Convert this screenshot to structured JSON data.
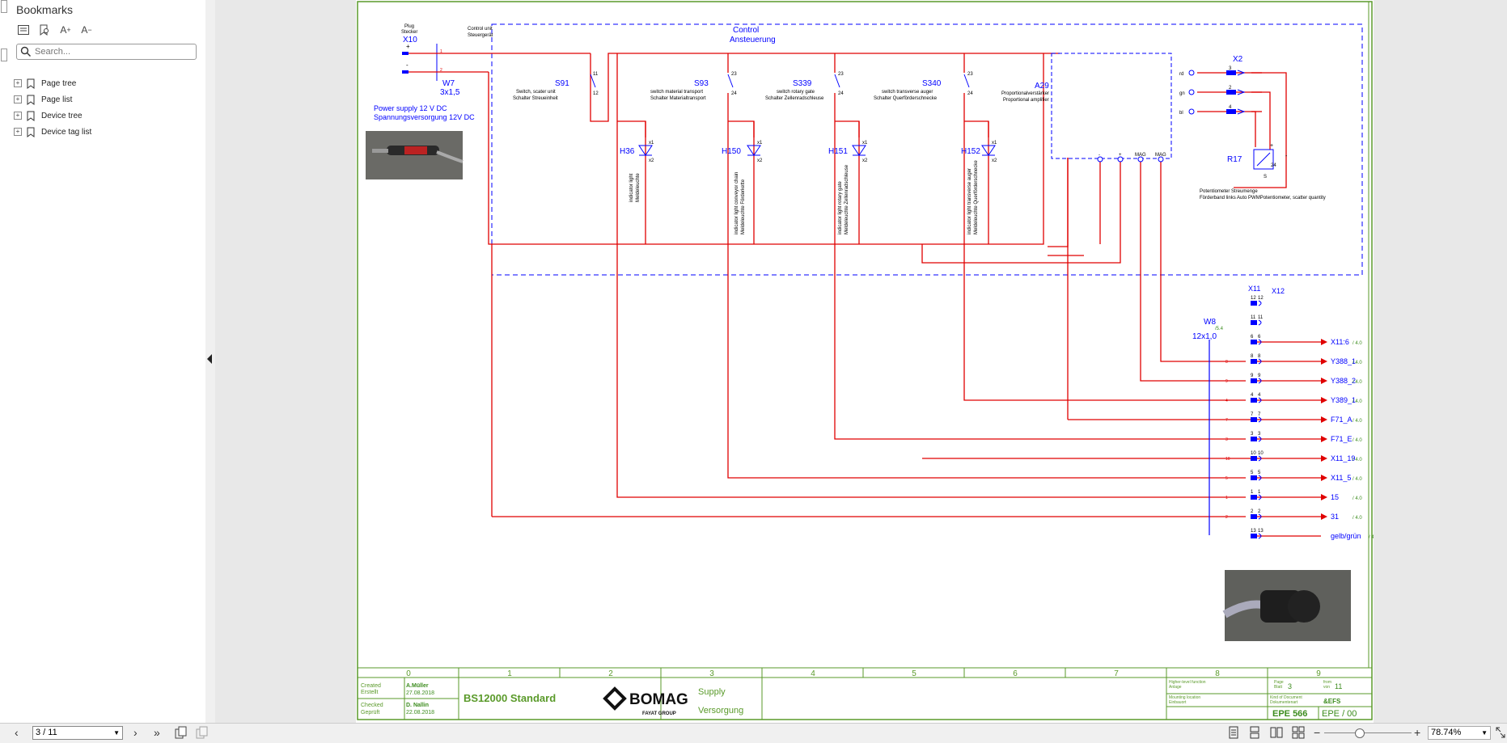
{
  "sidebar": {
    "title": "Bookmarks",
    "search_placeholder": "Search...",
    "items": [
      {
        "label": "Page tree"
      },
      {
        "label": "Page list"
      },
      {
        "label": "Device tree"
      },
      {
        "label": "Device tag list"
      }
    ]
  },
  "statusbar": {
    "page_indicator": "3 / 11",
    "zoom": "78.74%"
  },
  "drawing": {
    "plug": {
      "title1": "Plug",
      "title2": "Stecker",
      "tag": "X10",
      "plus": "+",
      "minus": "-"
    },
    "control_unit_label1": "Control unit",
    "control_unit_label2": "Steuergerät",
    "control_title1": "Control",
    "control_title2": "Ansteuerung",
    "cable_w7": "W7",
    "cable_w7_spec": "3x1,5",
    "power1": "Power supply 12 V DC",
    "power2": "Spannungsversorgung 12V DC",
    "switches": [
      {
        "tag": "S91",
        "desc1": "Switch, scater unit",
        "desc2": "Schalter Streueinheit",
        "t1": "11",
        "t2": "12"
      },
      {
        "tag": "S93",
        "desc1": "switch material transport",
        "desc2": "Schalter Materialtransport",
        "t1": "23",
        "t2": "24"
      },
      {
        "tag": "S339",
        "desc1": "switch rotary gate",
        "desc2": "Schalter Zellenradschleuse",
        "t1": "23",
        "t2": "24"
      },
      {
        "tag": "S340",
        "desc1": "switch transverse auger",
        "desc2": "Schalter Querförderschnecke",
        "t1": "23",
        "t2": "24"
      }
    ],
    "lamps": [
      {
        "tag": "H36",
        "desc1": "indicator light",
        "desc2": "Meldeleuchte"
      },
      {
        "tag": "H150",
        "desc1": "indicator light conveyor chain",
        "desc2": "Meldeleuchte Förderkette"
      },
      {
        "tag": "H151",
        "desc1": "indicator light rotary gate",
        "desc2": "Meldeleuchte Zellenradschleuse"
      },
      {
        "tag": "H152",
        "desc1": "indicator light transverse auger",
        "desc2": "Meldeleuchte Querförderschnecke"
      }
    ],
    "lamp_x1": "x1",
    "lamp_x2": "x2",
    "amp_tag": "A29",
    "amp_desc1": "Proportionalverstärker",
    "amp_desc2": "Proportional amplifier",
    "amp_pins": [
      "-",
      "+",
      "MAG",
      "MAG"
    ],
    "x2_tag": "X2",
    "x2_pins": [
      {
        "wire": "rd",
        "pin": "3"
      },
      {
        "wire": "gn",
        "pin": "2"
      },
      {
        "wire": "bl",
        "pin": "4"
      }
    ],
    "pot_tag": "R17",
    "pot_pin": "24",
    "pot_plus": "+",
    "pot_minus": "-",
    "pot_s": "S",
    "pot_desc1": "Potentiometer Streumenge",
    "pot_desc2": "Förderband links Auto PWMPotentiometer, scatter quantity",
    "w8_tag": "W8",
    "w8_ref": "/5.4",
    "w8_spec": "12x1,0",
    "x11_tag": "X11",
    "x12_tag": "X12",
    "terminals": [
      {
        "a": "12",
        "b": "12",
        "wire": "",
        "target": "",
        "ref": ""
      },
      {
        "a": "11",
        "b": "11",
        "wire": "",
        "target": "",
        "ref": ""
      },
      {
        "a": "6",
        "b": "6",
        "wire": "",
        "target": "X11:6",
        "ref": "/ 4.0"
      },
      {
        "a": "8",
        "b": "8",
        "wire": "8",
        "target": "Y388_1",
        "ref": "/ 4.0"
      },
      {
        "a": "9",
        "b": "9",
        "wire": "9",
        "target": "Y388_2",
        "ref": "/ 4.0"
      },
      {
        "a": "4",
        "b": "4",
        "wire": "4",
        "target": "Y389_1",
        "ref": "/ 4.0"
      },
      {
        "a": "7",
        "b": "7",
        "wire": "7",
        "target": "F71_A",
        "ref": "/ 4.0"
      },
      {
        "a": "3",
        "b": "3",
        "wire": "3",
        "target": "F71_E",
        "ref": "/ 4.0"
      },
      {
        "a": "10",
        "b": "10",
        "wire": "10",
        "target": "X11_19",
        "ref": "/ 4.0"
      },
      {
        "a": "5",
        "b": "5",
        "wire": "5",
        "target": "X11_5",
        "ref": "/ 4.0"
      },
      {
        "a": "1",
        "b": "1",
        "wire": "1",
        "target": "15",
        "ref": "/ 4.0"
      },
      {
        "a": "2",
        "b": "2",
        "wire": "2",
        "target": "31",
        "ref": "/ 4.0"
      },
      {
        "a": "13",
        "b": "13",
        "wire": "",
        "target": "gelb/grün",
        "ref": "/ 4.0"
      }
    ],
    "columns": [
      "0",
      "1",
      "2",
      "3",
      "4",
      "5",
      "6",
      "7",
      "8",
      "9"
    ]
  },
  "titleblock": {
    "created_label1": "Created",
    "created_label2": "Erstellt",
    "created_name": "A.Müller",
    "created_date": "27.08.2018",
    "checked_label1": "Checked",
    "checked_label2": "Geprüft",
    "checked_name": "D. Nallin",
    "checked_date": "22.08.2018",
    "project": "BS12000 Standard",
    "brand": "BOMAG",
    "brand_sub": "FAYAT GROUP",
    "title_en": "Supply",
    "title_de": "Versorgung",
    "hf_label1": "Higher-level function",
    "hf_label2": "Anlage",
    "ml_label1": "Mounting location",
    "ml_label2": "Einbauort",
    "page_label": "Page",
    "page_label2": "Blatt",
    "page_num": "3",
    "from_label": "from",
    "from_label2": "von",
    "from_num": "11",
    "kind_label1": "Kind of Document",
    "kind_label2": "Dokumentenart",
    "kind_value": "&EFS",
    "doc_num": "EPE 566",
    "doc_rev": "EPE / 00"
  },
  "colors": {
    "wire_red": "#e00000",
    "symbol_blue": "#0000ff",
    "frame_green": "#5a9a2a",
    "ref_green": "#3c8c1e"
  }
}
